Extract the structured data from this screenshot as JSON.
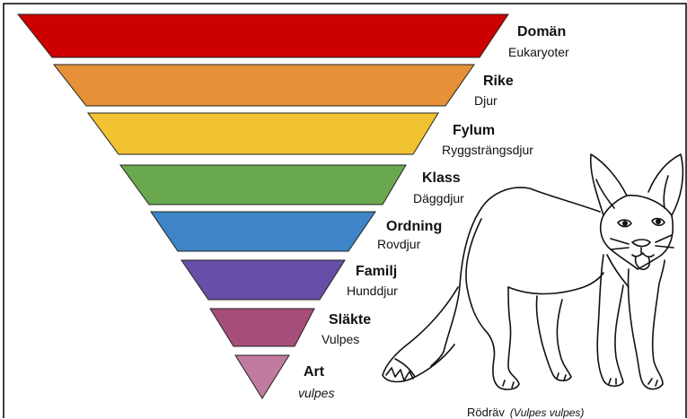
{
  "levels": [
    {
      "name": "Domän",
      "value": "Eukaryoter",
      "color": "#cc0000",
      "italic": false
    },
    {
      "name": "Rike",
      "value": "Djur",
      "color": "#e69138",
      "italic": false
    },
    {
      "name": "Fylum",
      "value": "Ryggsträngsdjur",
      "color": "#f1c232",
      "italic": false
    },
    {
      "name": "Klass",
      "value": "Däggdjur",
      "color": "#6aa84f",
      "italic": false
    },
    {
      "name": "Ordning",
      "value": "Rovdjur",
      "color": "#3d85c6",
      "italic": false
    },
    {
      "name": "Familj",
      "value": "Hunddjur",
      "color": "#674ea7",
      "italic": false
    },
    {
      "name": "Släkte",
      "value": "Vulpes",
      "color": "#a64d79",
      "italic": false
    },
    {
      "name": "Art",
      "value": "vulpes",
      "color": "#c27ba0",
      "italic": true
    }
  ],
  "caption": {
    "common_name": "Rödräv",
    "scientific_name": "(Vulpes vulpes)"
  }
}
